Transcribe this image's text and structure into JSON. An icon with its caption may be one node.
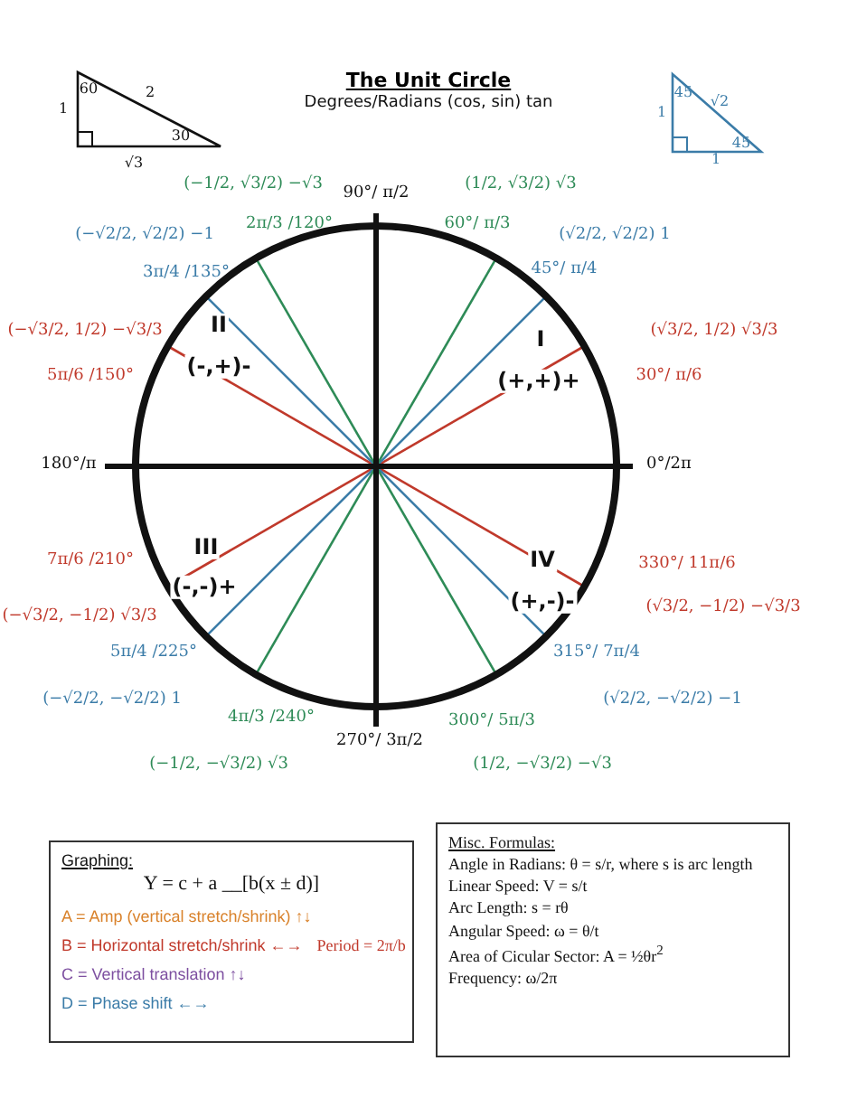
{
  "diagram": {
    "title": "The Unit Circle",
    "nodes": [
      {
        "text": [
          "Graphing:",
          "Y = c + a __[b(x ± d)]",
          "A = Amp (vertical stretch/shrink) ↑↓",
          "B = Horizontal stretch/shrink ←→",
          "Period = 2π/b",
          "C = Vertical translation ↑↓",
          "D = Phase shift ←→"
        ]
      },
      {
        "text": [
          "Misc. Formulas:",
          "Angle in Radians: θ = s/r, where s is arc length",
          "Linear Speed: V = s/t",
          "Arc Length: s = rθ",
          "Angular Speed: ω = θ/t",
          "Area of Cicular Sector: A = ½θr$^{2}$",
          "Frequency: ω/2π"
        ]
      }
    ],
    "labels": [
      "60",
      "2",
      "1",
      "30",
      "√3",
      "Degrees/Radians (cos, sin) tan",
      "45",
      "√2",
      "1",
      "45",
      "1",
      "(−1/2, √3/2) −√3",
      "90°/ π/2",
      "(1/2, √3/2) √3",
      "(−√2/2, √2/2) −1",
      "2π/3 /120°",
      "60°/ π/3",
      "(√2/2, √2/2) 1",
      "3π/4 /135°",
      "45°/ π/4",
      "(−√3/2, 1/2) −√3/3",
      "II",
      "I",
      "(√3/2, 1/2) √3/3",
      "(-,+)-",
      "(+,+)+",
      "5π/6 /150°",
      "30°/ π/6",
      "180°/π",
      "0°/2π",
      "7π/6 /210°",
      "III",
      "IV",
      "330°/ 11π/6",
      "(-,-)+",
      "(+,-)-",
      "(−√3/2, −1/2) √3/3",
      "(√3/2, −1/2) −√3/3",
      "5π/4 /225°",
      "315°/ 7π/4",
      "(−√2/2, −√2/2) 1",
      "(√2/2, −√2/2) −1",
      "4π/3 /240°",
      "300°/ 5π/3",
      "270°/ 3π/2",
      "(−1/2, −√3/2) √3",
      "(1/2, −√3/2) −√3"
    ]
  }
}
